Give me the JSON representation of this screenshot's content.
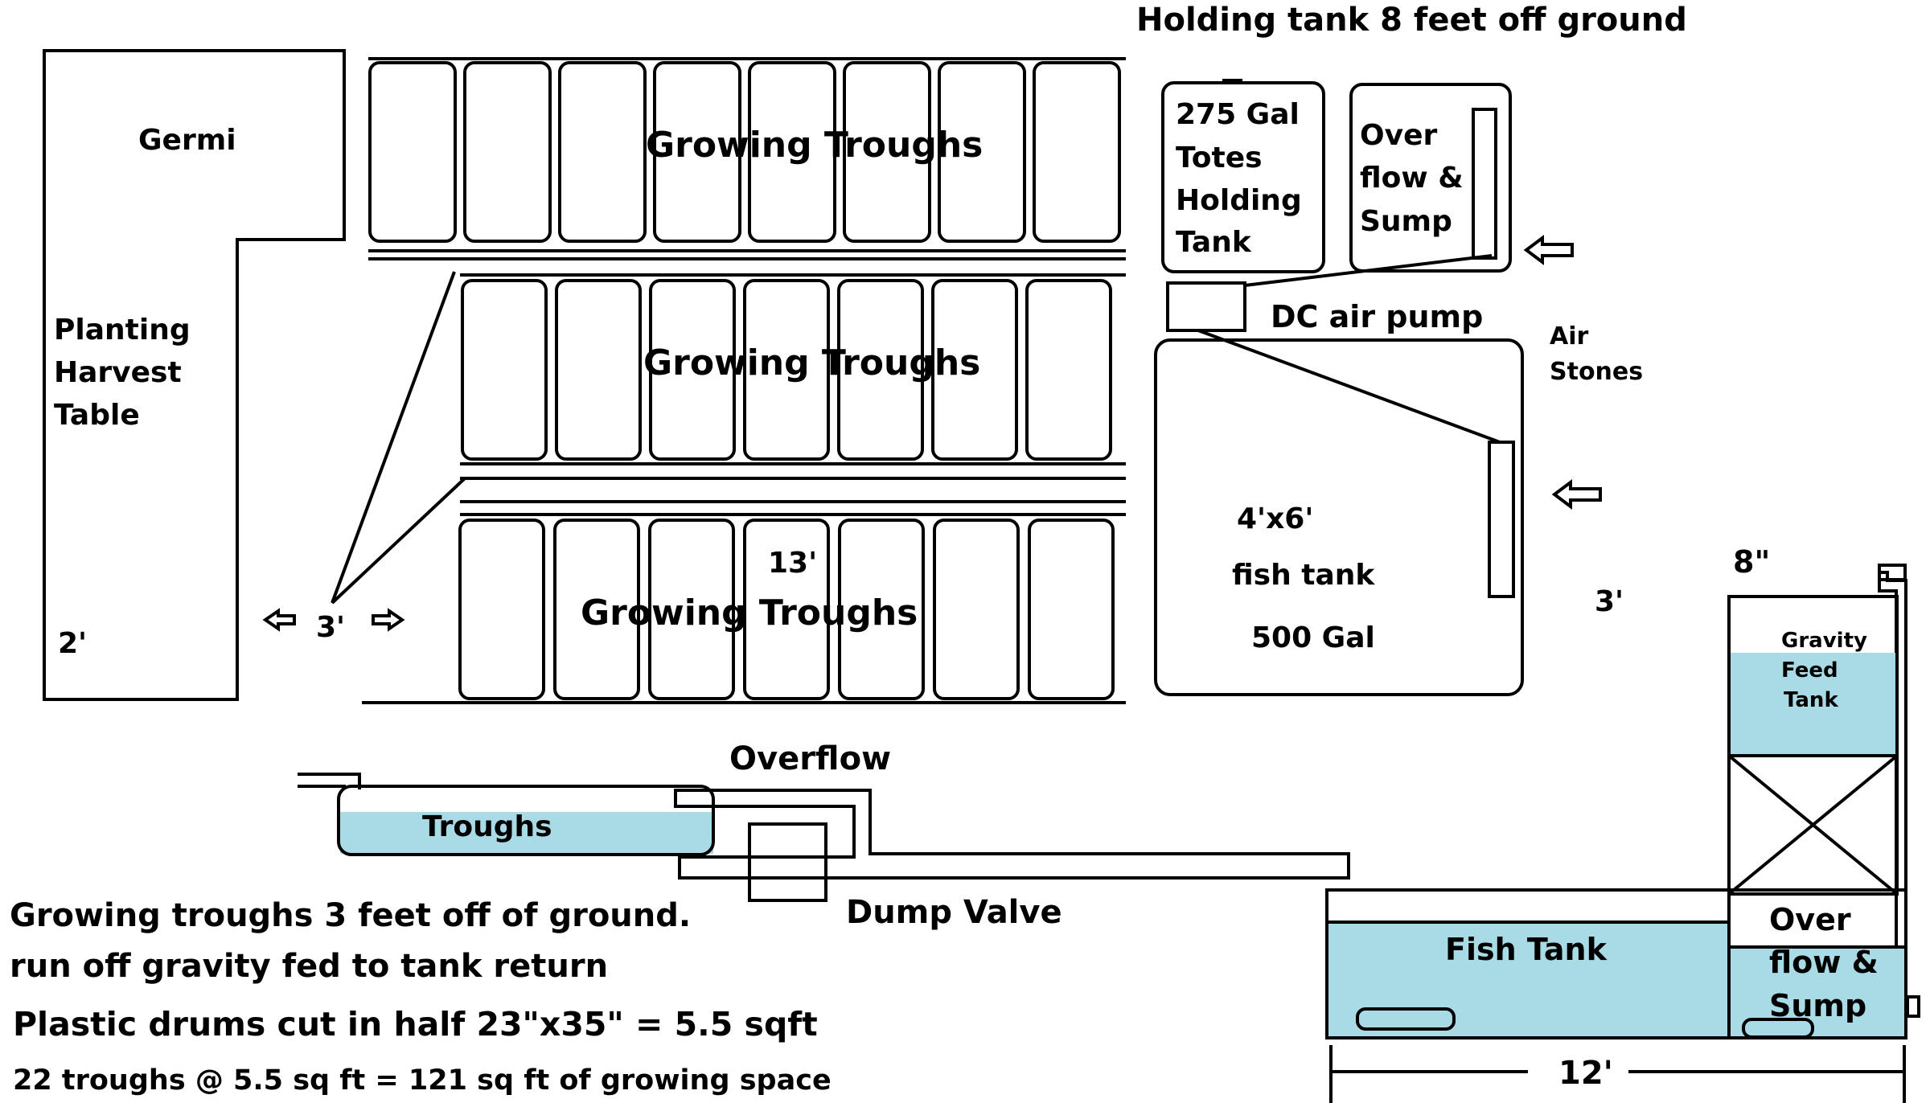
{
  "title": "Holding tank 8 feet off ground",
  "left_area": {
    "germi": "Germi",
    "table_lines": [
      "Planting",
      "Harvest",
      "Table"
    ],
    "width_label": "2'"
  },
  "aisle_label": "3'",
  "troughs": {
    "row1": "Growing Troughs",
    "row2": "Growing Troughs",
    "row3": "Growing Troughs",
    "length_label": "13'"
  },
  "holding_tank_lines": [
    "275 Gal",
    "Totes",
    "Holding",
    "Tank"
  ],
  "overflow_sump_lines": [
    "Over",
    "flow &",
    "Sump"
  ],
  "air_pump": "DC air pump",
  "air_stones_lines": [
    "Air",
    "Stones"
  ],
  "fish_tank_top": {
    "size": "4'x6'",
    "name": "fish tank",
    "volume": "500 Gal",
    "side_gap": "3'"
  },
  "side_view": {
    "troughs": "Troughs",
    "overflow": "Overflow",
    "dump_valve": "Dump Valve"
  },
  "right_view": {
    "height_label": "8\"",
    "gravity_lines": [
      "Gravity",
      "Feed",
      "Tank"
    ],
    "fish_tank": "Fish Tank",
    "sump_lines": [
      "Over",
      "flow &",
      "Sump"
    ],
    "length_label": "12'"
  },
  "notes": [
    "Growing troughs 3 feet off of ground.",
    "run off gravity fed to tank return",
    "Plastic drums cut in half 23\"x35\" = 5.5 sqft",
    "22 troughs @ 5.5 sq ft = 121 sq ft of growing space"
  ],
  "colors": {
    "water": "#a8dbe6",
    "line": "#000000",
    "background": "#ffffff"
  }
}
